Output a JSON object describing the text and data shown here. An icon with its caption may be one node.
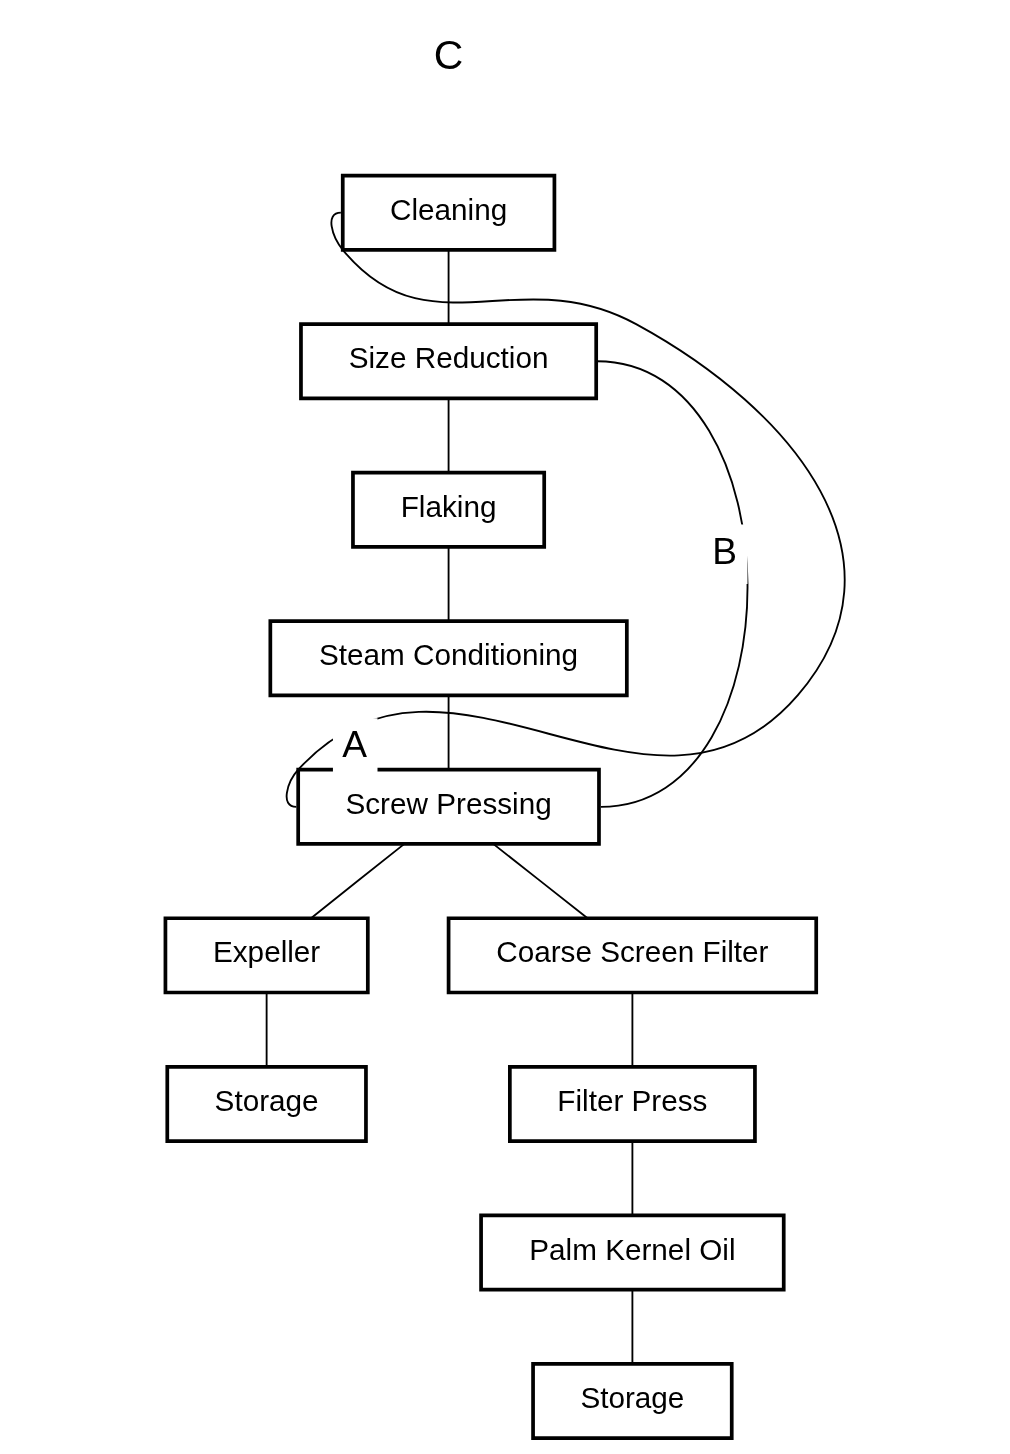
{
  "diagram": {
    "nodes": [
      {
        "text": [
          "Cleaning"
        ]
      },
      {
        "text": [
          "Size Reduction"
        ]
      },
      {
        "text": [
          "Flaking"
        ]
      },
      {
        "text": [
          "Steam Conditioning"
        ]
      },
      {
        "text": [
          "Screw Pressing"
        ]
      },
      {
        "text": [
          "Expeller"
        ]
      },
      {
        "text": [
          "Storage"
        ]
      },
      {
        "text": [
          "Coarse Screen Filter"
        ]
      },
      {
        "text": [
          "Filter Press"
        ]
      },
      {
        "text": [
          "Palm Kernel Oil"
        ]
      },
      {
        "text": [
          "Storage"
        ]
      }
    ],
    "edges": [
      {
        "from": 0,
        "to": 1,
        "arrow": "none"
      },
      {
        "from": 1,
        "to": 2,
        "arrow": "none"
      },
      {
        "from": 2,
        "to": 3,
        "arrow": "none"
      },
      {
        "from": 3,
        "to": 4,
        "arrow": "none"
      },
      {
        "from": 4,
        "to": 0,
        "arrow": "none",
        "label": "A"
      },
      {
        "from": 4,
        "to": 1,
        "arrow": "none",
        "label": "B"
      },
      {
        "from": 4,
        "to": 5,
        "arrow": "none"
      },
      {
        "from": 5,
        "to": 6,
        "arrow": "none"
      },
      {
        "from": 4,
        "to": 7,
        "arrow": "none"
      },
      {
        "from": 7,
        "to": 8,
        "arrow": "none"
      },
      {
        "from": 8,
        "to": 9,
        "arrow": "none"
      },
      {
        "from": 9,
        "to": 10,
        "arrow": "none"
      }
    ],
    "labels": [
      "C"
    ]
  }
}
